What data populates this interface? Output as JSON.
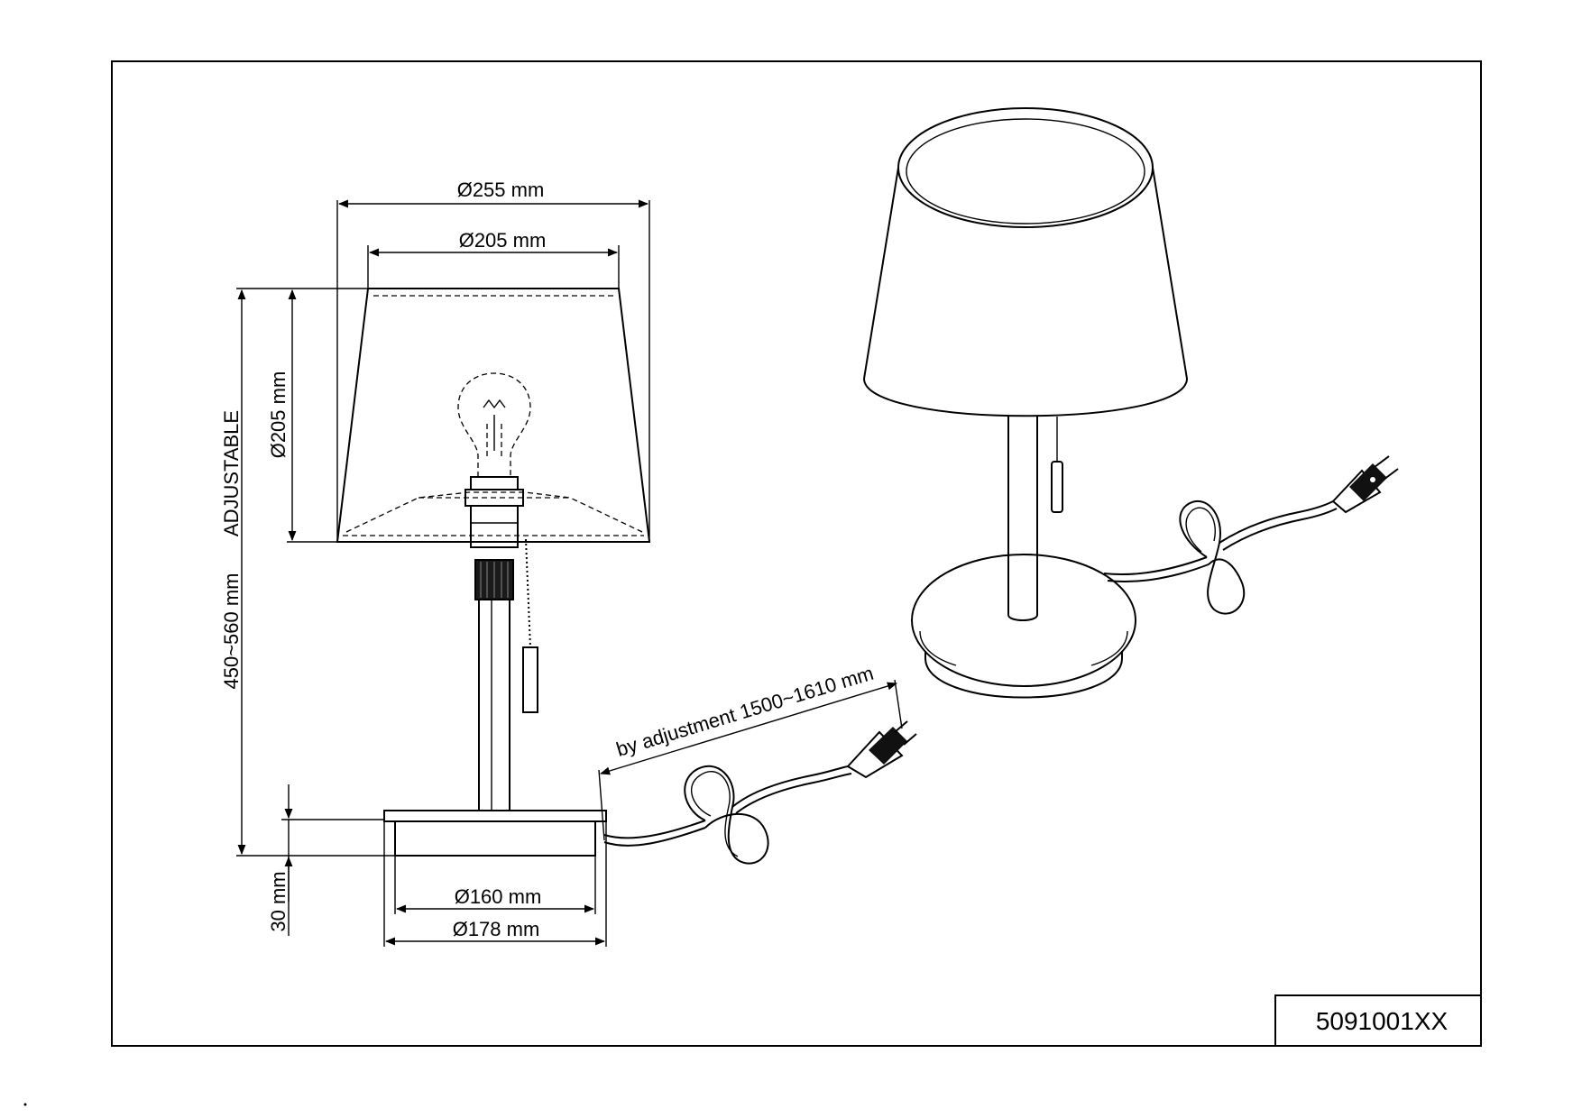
{
  "drawing": {
    "part_number": "5091001XX",
    "dimensions": {
      "shade_outer_diameter": "Ø255 mm",
      "shade_inner_diameter": "Ø205 mm",
      "shade_height": "Ø205 mm",
      "total_height": "450~560 mm",
      "total_height_note": "ADJUSTABLE",
      "base_height": "30 mm",
      "base_inner_diameter": "Ø160 mm",
      "base_outer_diameter": "Ø178 mm",
      "cable_length": "by adjustment 1500~1610 mm"
    }
  },
  "colors": {
    "line": "#000000",
    "background": "#ffffff"
  }
}
